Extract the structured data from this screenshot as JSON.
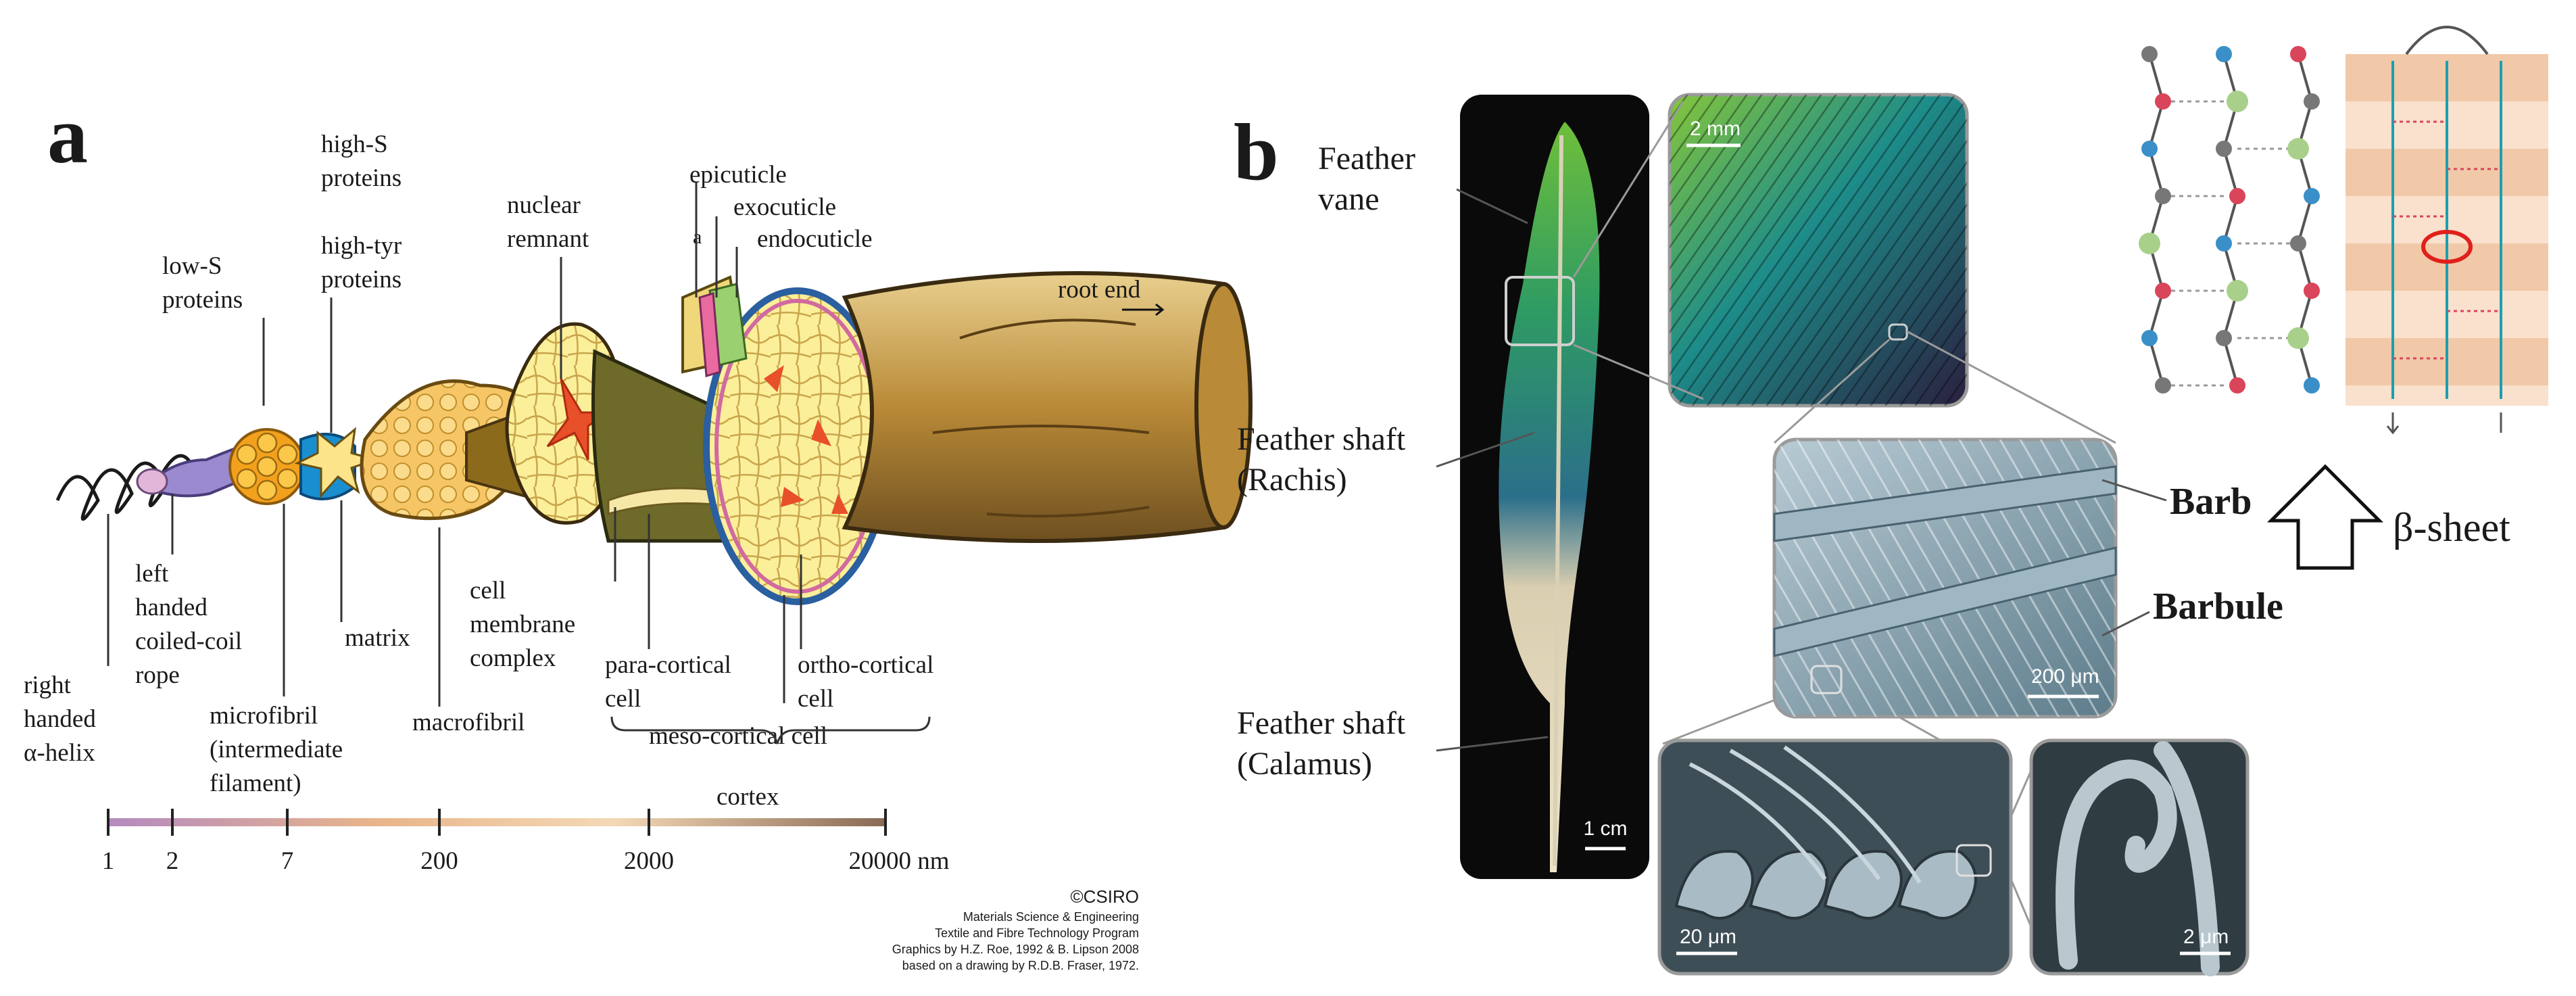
{
  "panel_a": {
    "letter": "a",
    "labels": {
      "right_handed": [
        "right",
        "handed",
        "α-helix"
      ],
      "left_handed": [
        "left",
        "handed",
        "coiled-coil",
        "rope"
      ],
      "low_s": [
        "low-S",
        "proteins"
      ],
      "high_s": [
        "high-S",
        "proteins"
      ],
      "high_tyr": [
        "high-tyr",
        "proteins"
      ],
      "microfibril": [
        "microfibril",
        "(intermediate",
        "filament)"
      ],
      "matrix": "matrix",
      "macrofibril": "macrofibril",
      "nuclear": [
        "nuclear",
        "remnant"
      ],
      "cmc": [
        "cell",
        "membrane",
        "complex"
      ],
      "para": [
        "para-cortical",
        "cell"
      ],
      "ortho": [
        "ortho-cortical",
        "cell"
      ],
      "meso": "meso-cortical cell",
      "cortex": "cortex",
      "epicuticle": "epicuticle",
      "exocuticle": "exocuticle",
      "endocuticle": "endocuticle",
      "a_small": "a",
      "root_end": "root end"
    },
    "scale": {
      "ticks": [
        "1",
        "2",
        "7",
        "200",
        "2000",
        "20000 nm"
      ]
    },
    "credit": {
      "owner": "©CSIRO",
      "lines": [
        "Materials Science & Engineering",
        "Textile and Fibre Technology Program",
        "Graphics by H.Z. Roe, 1992 & B. Lipson 2008",
        "based on a drawing by R.D.B. Fraser, 1972."
      ]
    }
  },
  "panel_b": {
    "letter": "b",
    "labels": {
      "vane": [
        "Feather",
        "vane"
      ],
      "rachis": [
        "Feather shaft",
        "(Rachis)"
      ],
      "calamus": [
        "Feather shaft",
        "(Calamus)"
      ],
      "barb": "Barb",
      "barbule": "Barbule",
      "beta_sheet": "β-sheet"
    },
    "scalebars": {
      "feather": "1 cm",
      "vane_zoom": "2 mm",
      "barb_zoom": "200 μm",
      "barbule_zoom": "20 μm",
      "hook_zoom": "2 μm"
    }
  },
  "colors": {
    "scale_gradient": [
      "#b48ac0",
      "#e9b58a",
      "#f4d9b6",
      "#8a6a55"
    ],
    "feather_bg": "#0a0a0a",
    "frame": "#9a9a9a",
    "sem_tone": "#8aa6b4"
  }
}
